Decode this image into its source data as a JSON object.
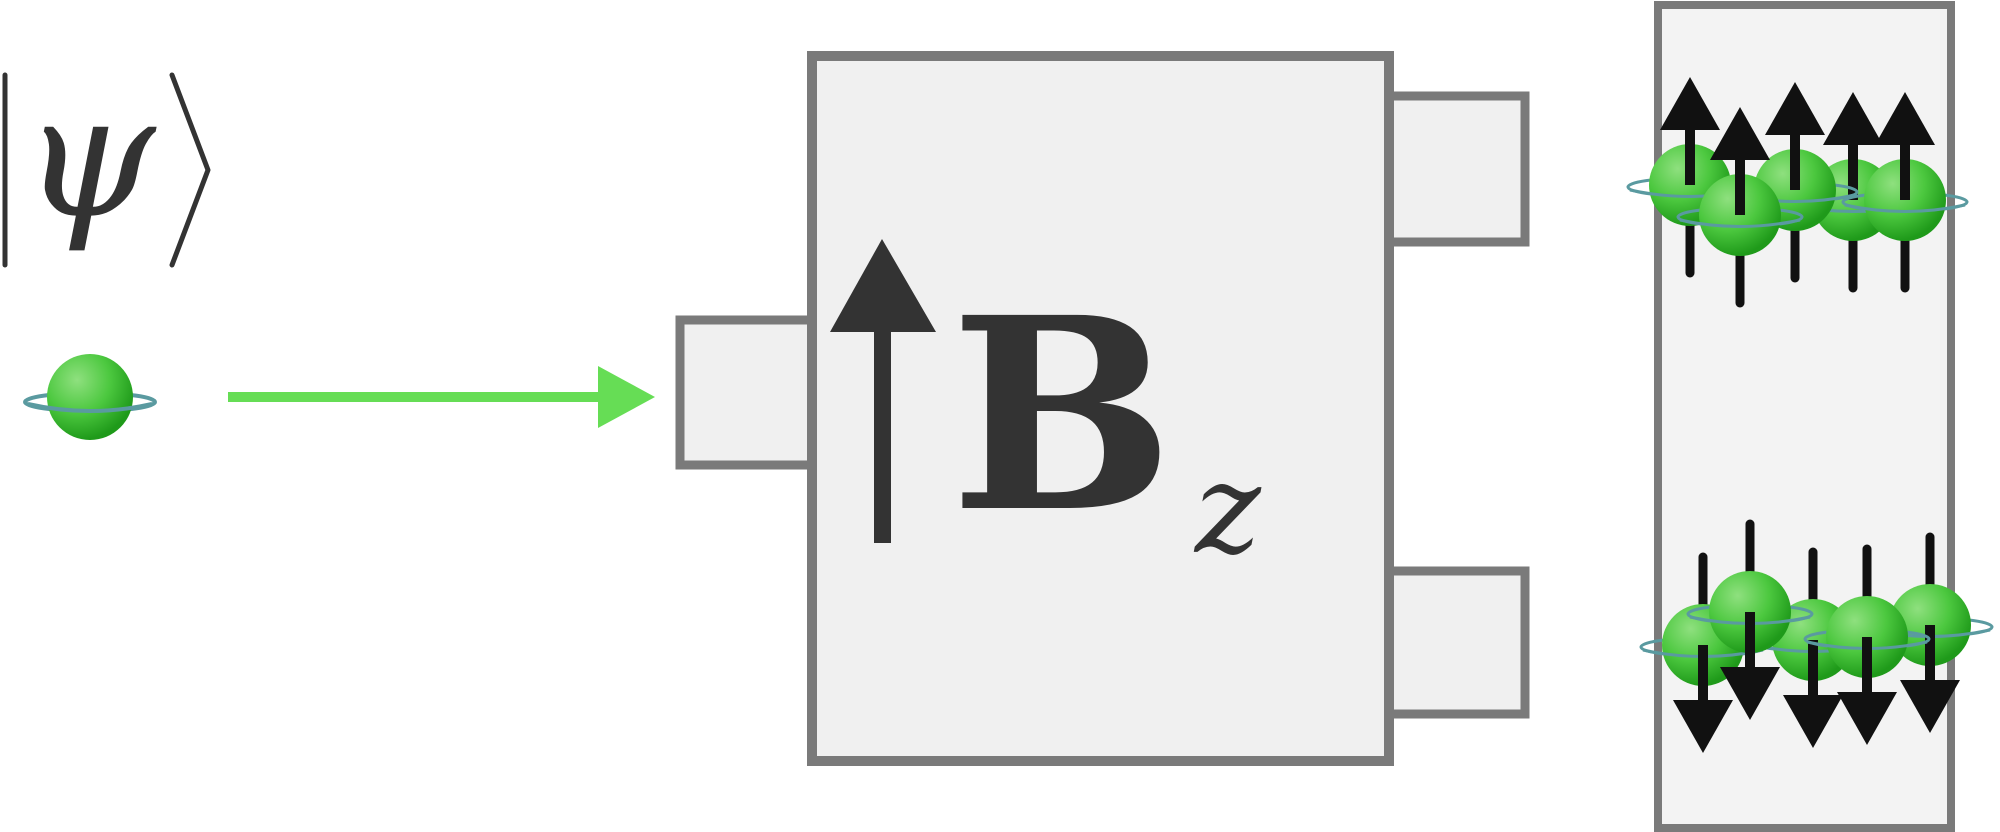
{
  "state_label": {
    "ket_open": "|",
    "psi": "ψ",
    "ket_close": "⟩"
  },
  "field_label": {
    "letter": "B",
    "subscript": "z"
  },
  "icons": {
    "incoming": "spinning-particle-icon",
    "beam": "beam-arrow-icon",
    "field": "field-up-arrow-icon",
    "spin_up": "spin-up-arrow-icon",
    "spin_down": "spin-down-arrow-icon"
  },
  "colors": {
    "particle": "#3cbf33",
    "beam": "#66dd55",
    "frame": "#7a7a7a",
    "panel": "#f0f0f0",
    "arrow": "#111111"
  }
}
